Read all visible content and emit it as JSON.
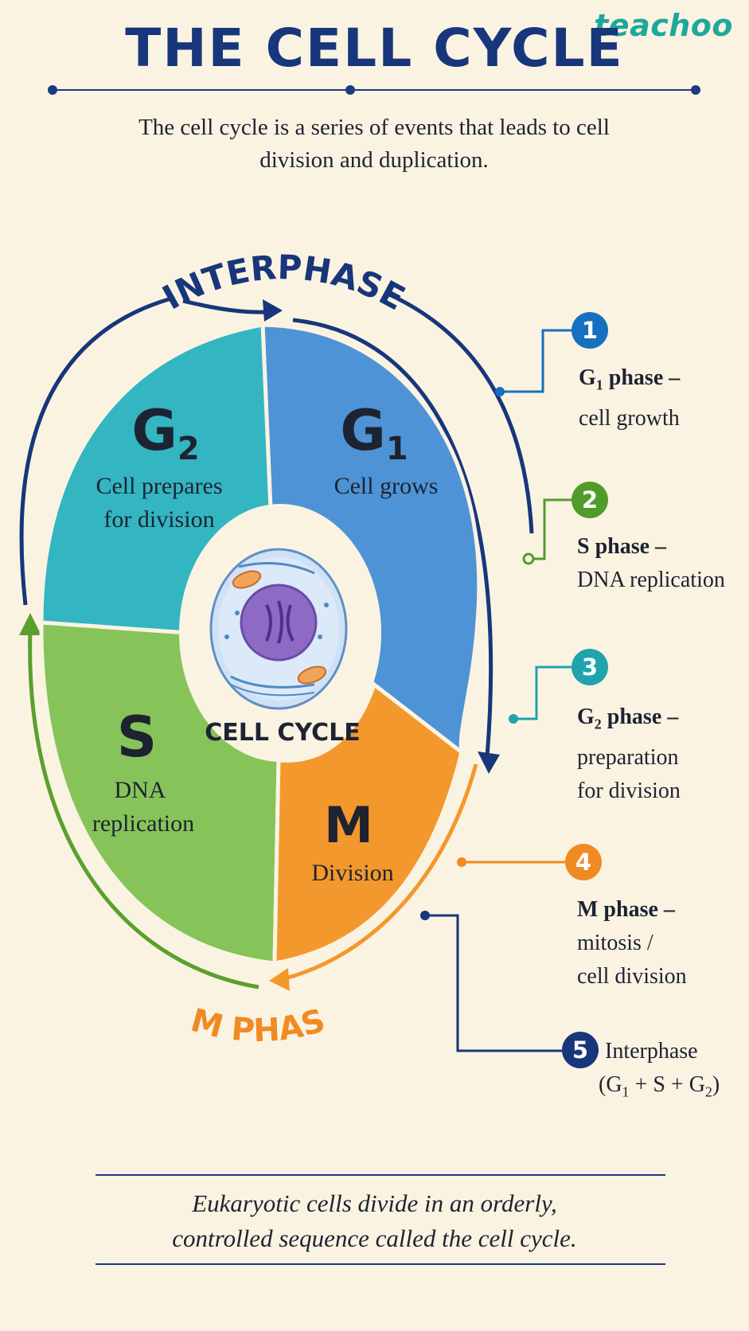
{
  "brand": "teachoo",
  "title": "THE CELL CYCLE",
  "subtitle_line1": "The cell cycle is a series of events that leads to cell",
  "subtitle_line2": "division and duplication.",
  "diagram": {
    "interphase_label": "INTERPHASE",
    "m_phase_label": "M PHASE",
    "center_label": "CELL CYCLE",
    "segments": {
      "g1": {
        "letter": "G",
        "sub": "1",
        "line1": "Cell grows",
        "color": "#4e93d6"
      },
      "g2": {
        "letter": "G",
        "sub": "2",
        "line1": "Cell prepares",
        "line2": "for division",
        "color": "#33b5c2"
      },
      "s": {
        "letter": "S",
        "line1": "DNA",
        "line2": "replication",
        "color": "#86c45a"
      },
      "m": {
        "letter": "M",
        "line1": "Division",
        "color": "#f3982d"
      }
    }
  },
  "steps": [
    {
      "num": "1",
      "title_pre": "G",
      "title_sub": "1",
      "title_post": " phase –",
      "line1": "cell growth",
      "color": "#1770bf"
    },
    {
      "num": "2",
      "title_pre": "S phase –",
      "line1": "DNA replication",
      "color": "#4f9c2a"
    },
    {
      "num": "3",
      "title_pre": "G",
      "title_sub": "2",
      "title_post": " phase –",
      "line1": "preparation",
      "line2": "for division",
      "color": "#1fa3ac"
    },
    {
      "num": "4",
      "title_pre": "M phase –",
      "line1": "mitosis /",
      "line2": "cell division",
      "color": "#f08a22"
    },
    {
      "num": "5",
      "text_pre": "Interphase",
      "text_formula_a": "(G",
      "text_formula_sub1": "1",
      "text_formula_b": " + S + G",
      "text_formula_sub2": "2",
      "text_formula_c": ")",
      "color": "#17367b"
    }
  ],
  "footer_line1": "Eukaryotic cells divide in an orderly,",
  "footer_line2": "controlled sequence called the cell cycle."
}
